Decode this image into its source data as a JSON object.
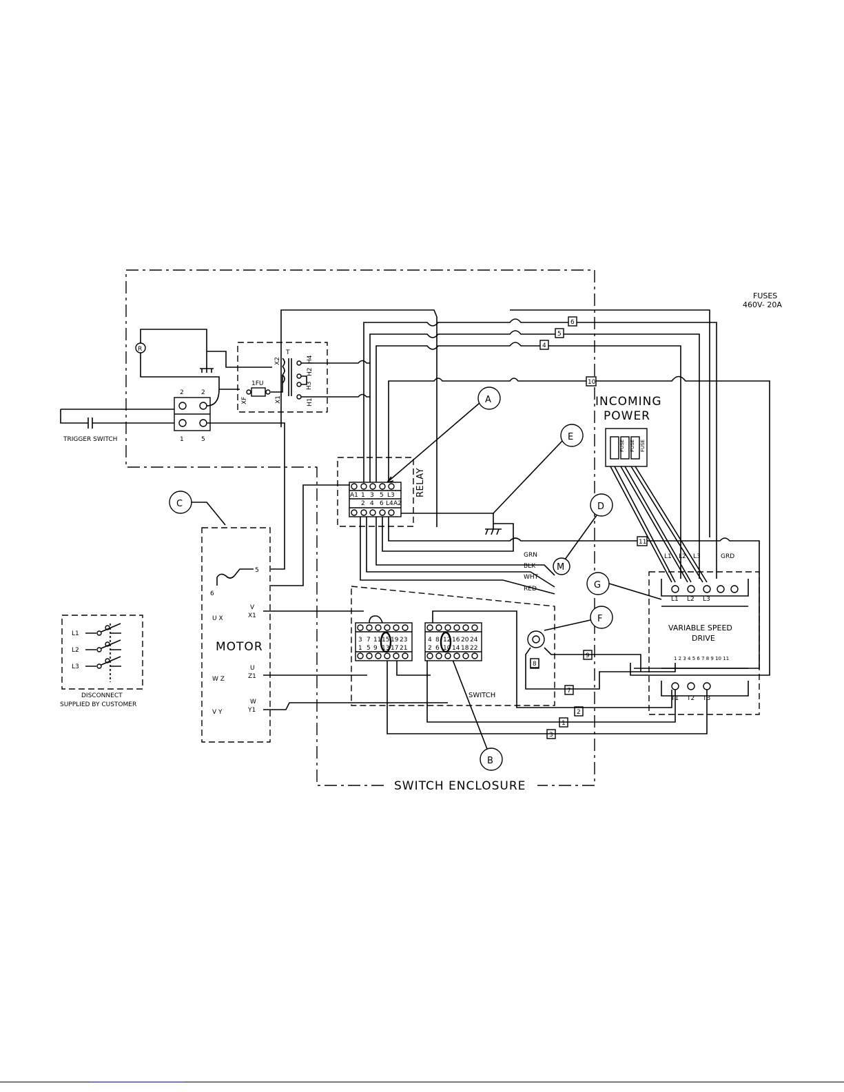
{
  "labels": {
    "fuses_title": "FUSES",
    "fuses_rating": "460V- 20A",
    "incoming_1": "INCOMING",
    "incoming_2": "POWER",
    "fuse": "FUSE",
    "trigger_switch": "TRIGGER SWITCH",
    "switch_enclosure": "SWITCH ENCLOSURE",
    "relay": "RELAY",
    "motor": "MOTOR",
    "switch": "SWITCH",
    "vsd_1": "VARIABLE SPEED",
    "vsd_2": "DRIVE",
    "disconnect_1": "DISCONNECT",
    "disconnect_2": "SUPPLIED BY CUSTOMER",
    "fu1": "1FU",
    "xf": "XF",
    "x1": "X1",
    "x2": "X2",
    "t": "T",
    "h1": "H1",
    "h2": "H2",
    "h3": "H3",
    "h4": "H4",
    "r": "R",
    "grd": "GRD",
    "grn": "GRN",
    "blk": "BLK",
    "wht": "WHT",
    "red": "RED",
    "m": "M"
  },
  "callouts": [
    "A",
    "B",
    "C",
    "D",
    "E",
    "F",
    "G"
  ],
  "wire_numbers": [
    "1",
    "2",
    "3",
    "4",
    "5",
    "6",
    "7",
    "8",
    "9",
    "10",
    "11"
  ],
  "trigger_terminals": [
    "2",
    "2",
    "1",
    "5"
  ],
  "relay_top": [
    "A1",
    "1",
    "3",
    "5",
    "L3"
  ],
  "relay_bottom": [
    "2",
    "4",
    "6",
    "L4",
    "A2"
  ],
  "switch_left_top": [
    "3",
    "7",
    "11",
    "15",
    "19",
    "23"
  ],
  "switch_left_bottom": [
    "1",
    "5",
    "9",
    "13",
    "17",
    "21"
  ],
  "switch_right_top": [
    "4",
    "8",
    "12",
    "16",
    "20",
    "24"
  ],
  "switch_right_bottom": [
    "2",
    "6",
    "10",
    "14",
    "18",
    "22"
  ],
  "motor_terminals": [
    "5",
    "6",
    "V",
    "X1",
    "U",
    "Z1",
    "W",
    "Y1"
  ],
  "motor_lead_pairs": [
    "U X",
    "W Z",
    "V Y"
  ],
  "vsd_line": [
    "L1",
    "L2",
    "L3"
  ],
  "vsd_load": [
    "T1",
    "T2",
    "T3"
  ],
  "vsd_control": "1 2 3 4 5 6 7 8 9 10 11",
  "power_lines": [
    "L1",
    "L2",
    "L3"
  ],
  "disconnect_lines": [
    "L1",
    "L2",
    "L3"
  ]
}
